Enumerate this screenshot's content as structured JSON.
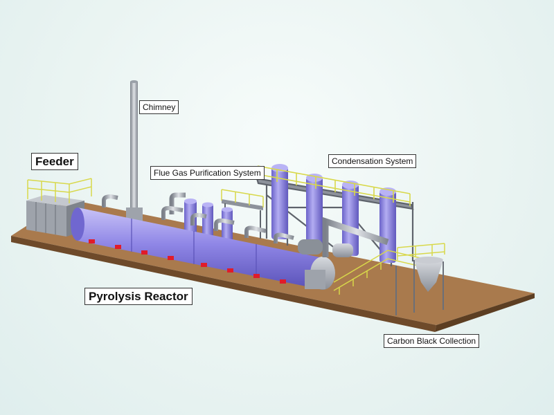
{
  "labels": {
    "chimney": "Chimney",
    "feeder": "Feeder",
    "flue_gas": "Flue Gas Purification System",
    "condensation": "Condensation System",
    "pyrolysis_reactor": "Pyrolysis Reactor",
    "carbon_black": "Carbon Black Collection"
  },
  "colors": {
    "reactor": "#8f86e6",
    "platform": "#a97a4d",
    "railing": "#d8d84a",
    "burner": "#e01b2a",
    "pipe": "#b8bcc4",
    "frame": "#6b6f78"
  }
}
